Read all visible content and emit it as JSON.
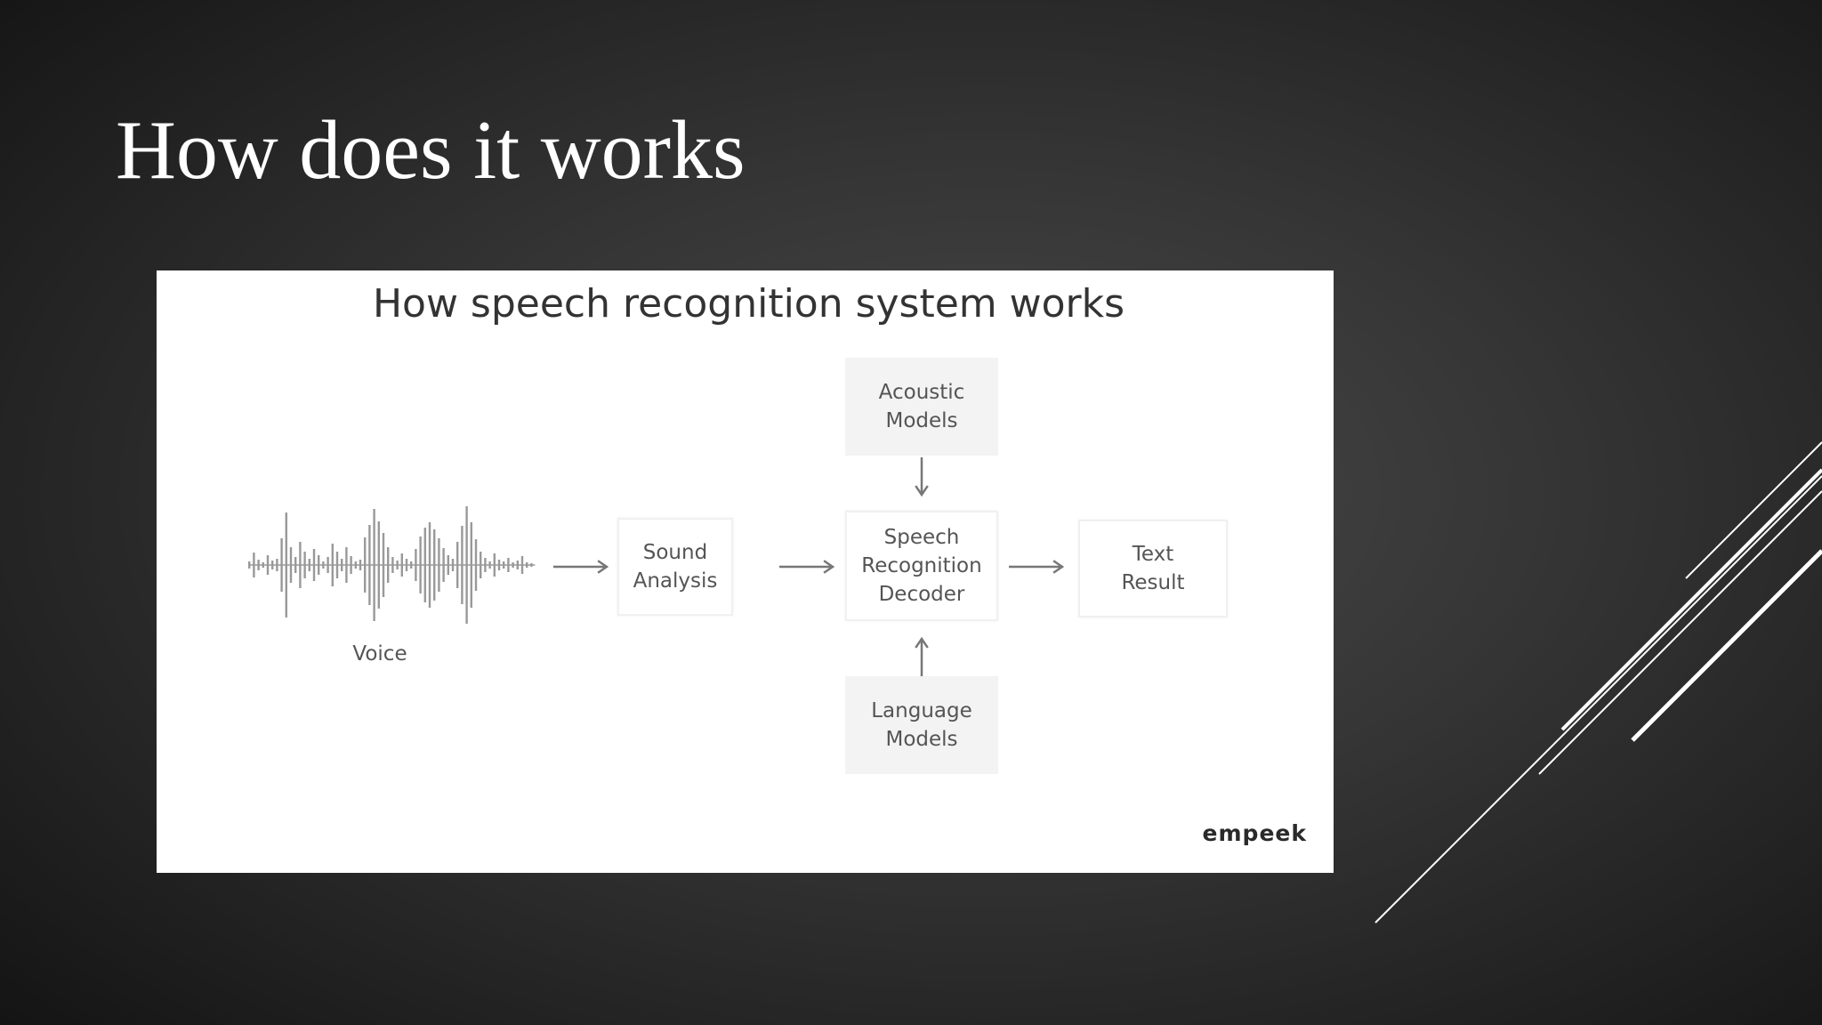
{
  "slide": {
    "title": "How does it works"
  },
  "diagram": {
    "title": "How speech recognition system works",
    "voice_label": "Voice",
    "nodes": {
      "sound_analysis": "Sound\nAnalysis",
      "acoustic_models": "Acoustic\nModels",
      "decoder": "Speech\nRecognition\nDecoder",
      "language_models": "Language\nModels",
      "text_result": "Text\nResult"
    },
    "brand": "empeek",
    "colors": {
      "arrow": "#777777",
      "waveform": "#999999",
      "box_fill": "#f3f3f3"
    }
  }
}
